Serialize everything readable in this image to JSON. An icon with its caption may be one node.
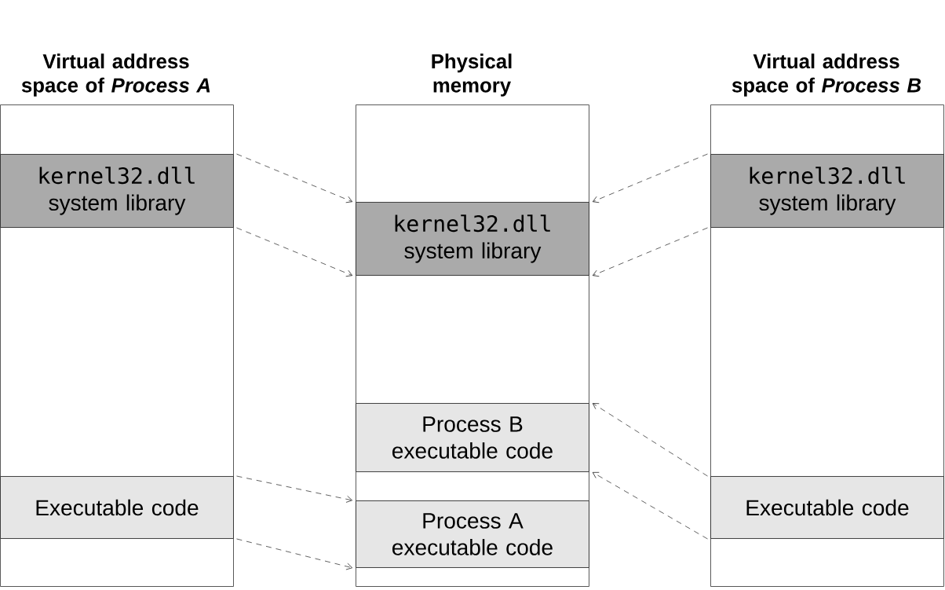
{
  "diagram": {
    "nodes": [
      {
        "text": [
          "Virtual address space of *Process A*"
        ]
      },
      {
        "text": [
          "kernel32.dll",
          "system library"
        ],
        "in": 0
      },
      {
        "text": [
          "Executable code"
        ],
        "in": 0
      },
      {
        "text": [
          "Physical memory"
        ]
      },
      {
        "text": [
          "kernel32.dll",
          "system library"
        ],
        "in": 3
      },
      {
        "text": [
          "Process B executable code"
        ],
        "in": 3
      },
      {
        "text": [
          "Process A executable code"
        ],
        "in": 3
      },
      {
        "text": [
          "Virtual address space of *Process B*"
        ]
      },
      {
        "text": [
          "kernel32.dll",
          "system library"
        ],
        "in": 7
      },
      {
        "text": [
          "Executable code"
        ],
        "in": 7
      }
    ],
    "edges": [
      {
        "from": 1,
        "to": 4,
        "arrow": "to",
        "style": "dashed"
      },
      {
        "from": 1,
        "to": 4,
        "arrow": "to",
        "style": "dashed"
      },
      {
        "from": 2,
        "to": 6,
        "arrow": "to",
        "style": "dashed"
      },
      {
        "from": 2,
        "to": 6,
        "arrow": "to",
        "style": "dashed"
      },
      {
        "from": 8,
        "to": 4,
        "arrow": "to",
        "style": "dashed"
      },
      {
        "from": 8,
        "to": 4,
        "arrow": "to",
        "style": "dashed"
      },
      {
        "from": 9,
        "to": 5,
        "arrow": "to",
        "style": "dashed"
      },
      {
        "from": 9,
        "to": 5,
        "arrow": "to",
        "style": "dashed"
      }
    ]
  }
}
